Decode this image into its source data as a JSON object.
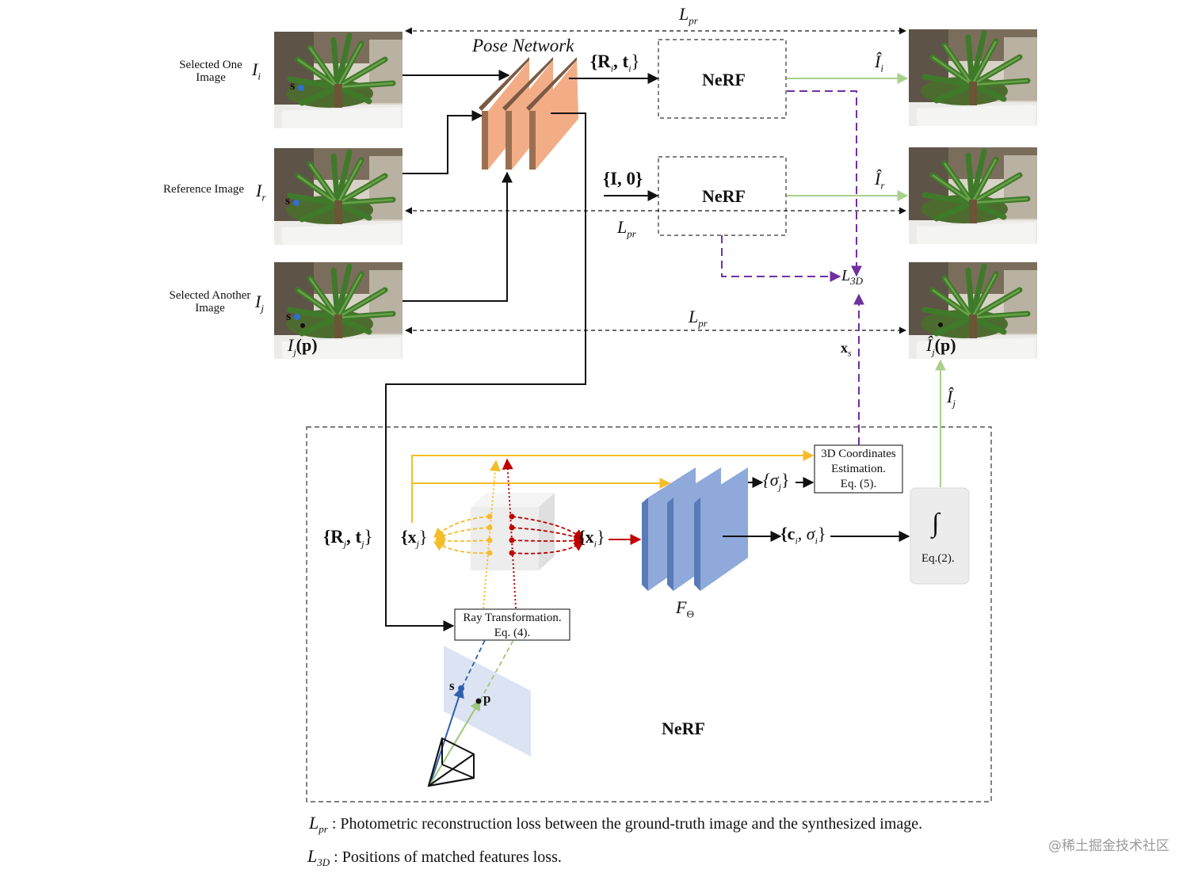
{
  "labels": {
    "selected_one": [
      "Selected One",
      "Image"
    ],
    "reference_image": "Reference Image",
    "selected_another": [
      "Selected Another",
      "Image"
    ],
    "pose_network": "Pose Network",
    "nerf_top": "NeRF",
    "nerf_mid": "NeRF",
    "nerf_bottom": "NeRF",
    "coords_box": [
      "3D Coordinates",
      "Estimation.",
      "Eq. (5)."
    ],
    "ray_box": [
      "Ray Transformation.",
      "Eq. (4)."
    ],
    "integral_eq": "Eq.(2).",
    "integral_symbol": "∫",
    "I_i": "I",
    "I_i_sub": "i",
    "I_r": "I",
    "I_r_sub": "r",
    "I_j": "I",
    "I_j_sub": "j",
    "Ij_p": "I",
    "Ij_p_sub": "j",
    "Ij_p_arg": "(p)",
    "hat_Ii": "Î",
    "hat_Ii_sub": "i",
    "hat_Ir": "Î",
    "hat_Ir_sub": "r",
    "hat_Ij_p": "Î",
    "hat_Ij_p_sub": "j",
    "hat_Ij_p_arg": "(p)",
    "hat_Ij": "Î",
    "hat_Ij_sub": "j",
    "Rt_i": "{R",
    "Rt_i_sub": "i",
    "Rt_i_t": ", t",
    "Rt_i_t_sub": "i",
    "Rt_i_close": "}",
    "I0": "{I, 0}",
    "Rt_j": "{R",
    "Rt_j_sub": "j",
    "Rt_j_t": ", t",
    "Rt_j_t_sub": "j",
    "Rt_j_close": "}",
    "x_j": "{x",
    "x_j_sub": "j",
    "x_j_close": "}",
    "x_i": "{x",
    "x_i_sub": "i",
    "x_i_close": "}",
    "sigma_j": "{σ",
    "sigma_j_sub": "j",
    "sigma_j_close": "}",
    "c_sigma": "{c",
    "c_sigma_sub": "i",
    "c_sigma_mid": ", σ",
    "c_sigma_sub2": "i",
    "c_sigma_close": "}",
    "L_pr": "L",
    "L_pr_sub": "pr",
    "L_3D": "L",
    "L_3D_sub": "3D",
    "x_s": "x",
    "x_s_sub": "s",
    "F_theta": "F",
    "F_theta_sub": "Θ",
    "point_s": "s",
    "point_p": "p"
  },
  "legend": {
    "lpr_text": ": Photometric reconstruction loss between the ground-truth image and the synthesized image.",
    "l3d_text": ": Positions of matched features loss."
  },
  "watermark": "@稀土掘金技术社区",
  "colors": {
    "orange_block": "#f2ad86",
    "blue_block": "#8ea9da",
    "green_arrow": "#a8d08d",
    "purple_dashed": "#7030a0",
    "yellow_arrow": "#f5bc2a",
    "red_arrow": "#c00000",
    "dark_blue_ray": "#2f5fae",
    "light_green_ray": "#9bc77a"
  }
}
